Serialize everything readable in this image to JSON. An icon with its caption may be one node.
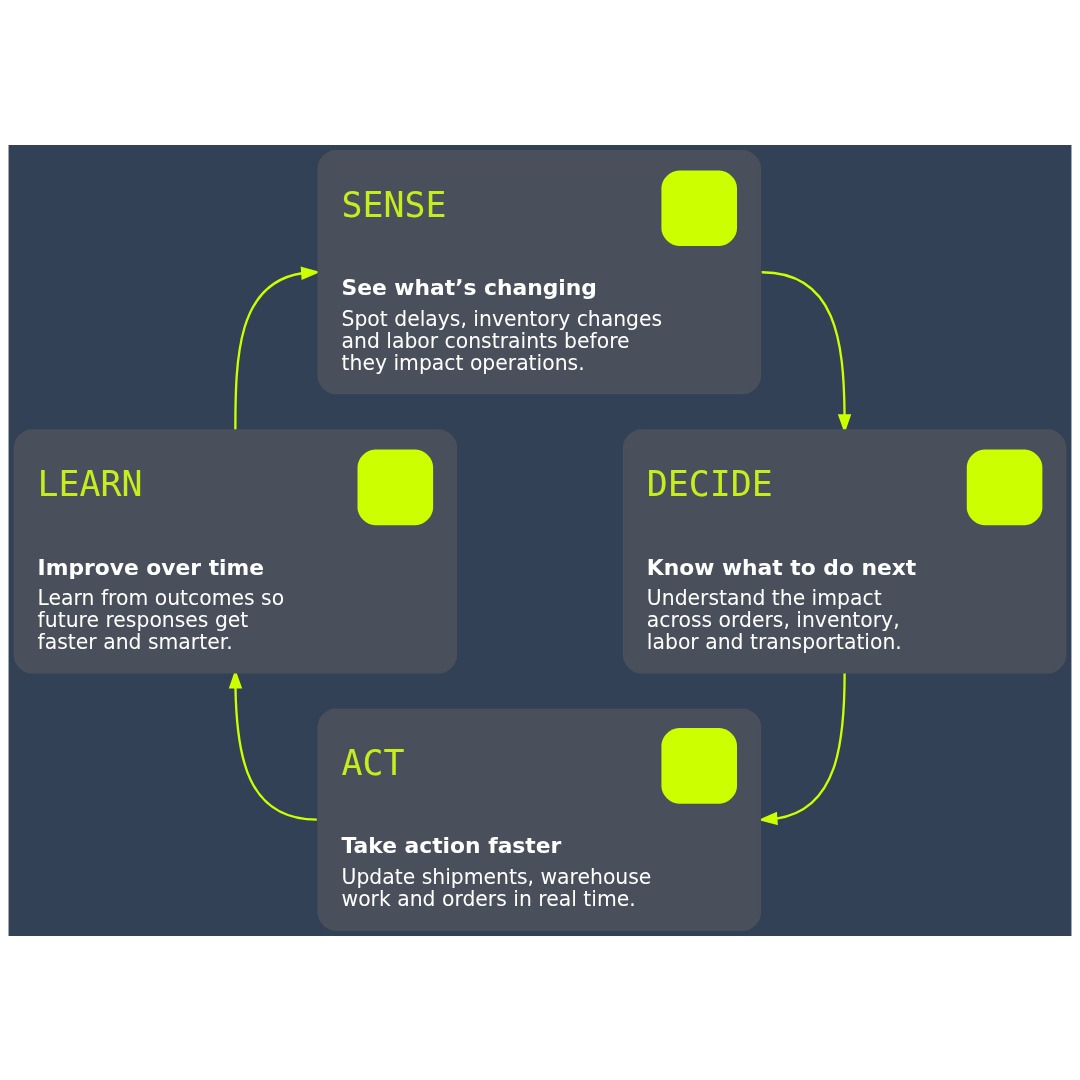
{
  "diagram": {
    "nodes": [
      {
        "text": [
          "SENSE",
          "See what’s changing",
          "Spot delays, inventory changes and labor constraints before they impact operations."
        ]
      },
      {
        "text": [
          "DECIDE",
          "Know what to do next",
          "Understand the impact across orders, inventory, labor and transportation."
        ]
      },
      {
        "text": [
          "ACT",
          "Take action faster",
          "Update shipments, warehouse work and orders in real time."
        ]
      },
      {
        "text": [
          "LEARN",
          "Improve over time",
          "Learn from outcomes so future responses get faster and smarter."
        ]
      }
    ],
    "edges": [
      {
        "from": 0,
        "to": 1,
        "arrow": "to"
      },
      {
        "from": 1,
        "to": 2,
        "arrow": "to"
      },
      {
        "from": 2,
        "to": 3,
        "arrow": "to"
      },
      {
        "from": 3,
        "to": 0,
        "arrow": "to"
      }
    ]
  }
}
